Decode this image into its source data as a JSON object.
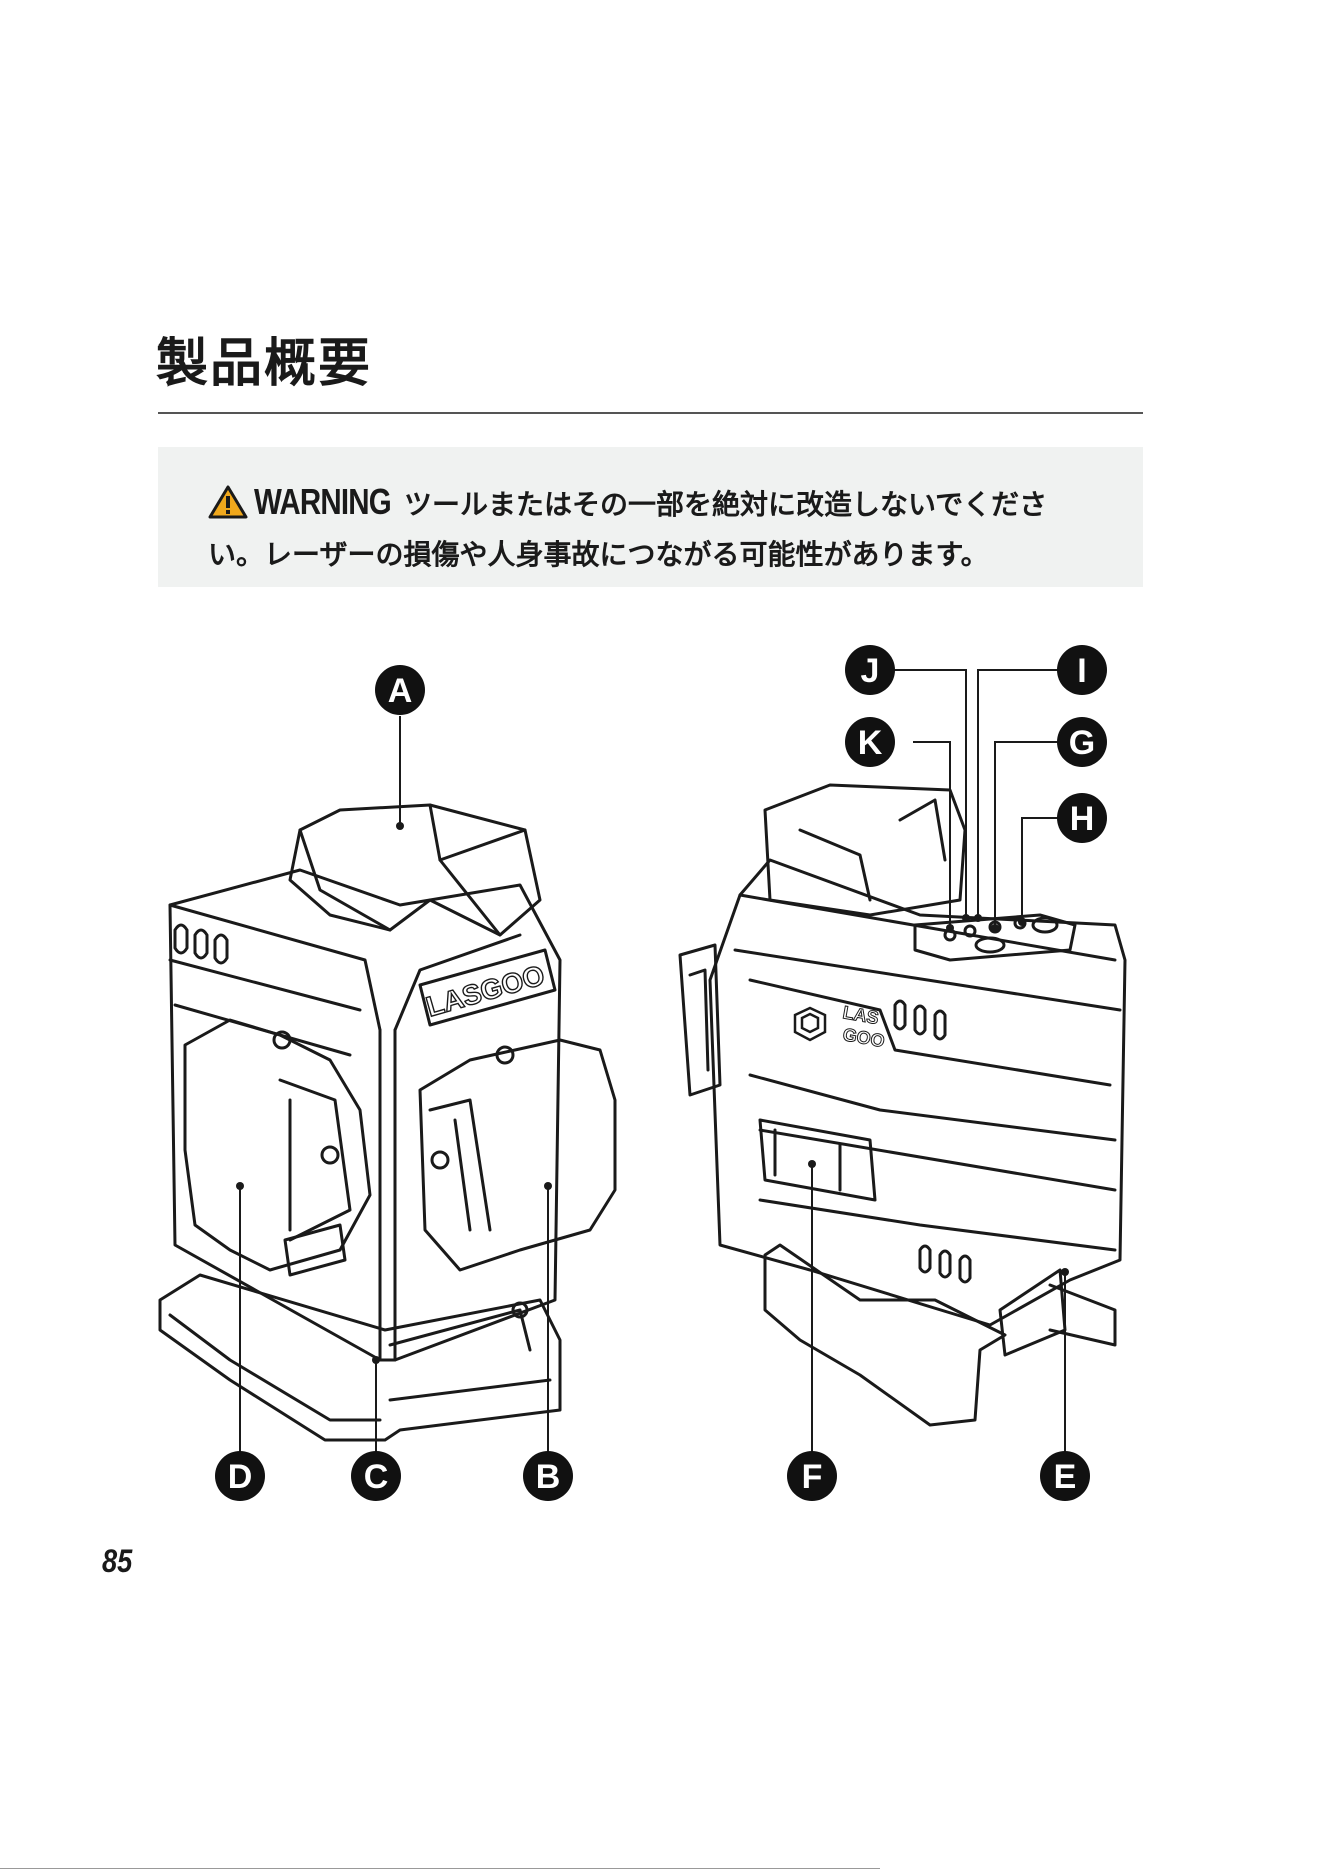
{
  "page": {
    "title": "製品概要",
    "page_number": "85"
  },
  "warning": {
    "label": "WARNING",
    "text": "ツールまたはその一部を絶対に改造しないでください。レーザーの損傷や人身事故につながる可能性があります。",
    "icon": "warning-triangle-icon",
    "icon_color": "#f0a81c"
  },
  "figure": {
    "left_logo": "LASGOO",
    "right_logo_line1": "LAS",
    "right_logo_line2": "GOO",
    "callouts": [
      "A",
      "B",
      "C",
      "D",
      "E",
      "F",
      "G",
      "H",
      "I",
      "J",
      "K"
    ]
  },
  "colors": {
    "callout_fill": "#111111",
    "box_background": "#f0f2f1"
  }
}
